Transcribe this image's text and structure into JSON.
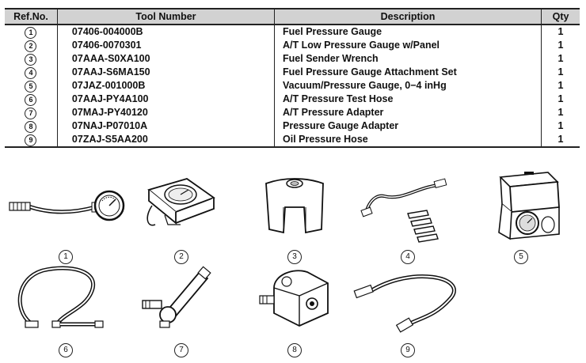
{
  "table": {
    "headers": {
      "ref": "Ref.No.",
      "tool": "Tool Number",
      "desc": "Description",
      "qty": "Qty"
    },
    "rows": [
      {
        "ref": "1",
        "tool": "07406-004000B",
        "desc": "Fuel Pressure Gauge",
        "qty": "1"
      },
      {
        "ref": "2",
        "tool": "07406-0070301",
        "desc": "A/T Low Pressure Gauge w/Panel",
        "qty": "1"
      },
      {
        "ref": "3",
        "tool": "07AAA-S0XA100",
        "desc": "Fuel Sender Wrench",
        "qty": "1"
      },
      {
        "ref": "4",
        "tool": "07AAJ-S6MA150",
        "desc": "Fuel Pressure Gauge Attachment Set",
        "qty": "1"
      },
      {
        "ref": "5",
        "tool": "07JAZ-001000B",
        "desc": "Vacuum/Pressure Gauge, 0−4 inHg",
        "qty": "1"
      },
      {
        "ref": "6",
        "tool": "07AAJ-PY4A100",
        "desc": "A/T Pressure Test Hose",
        "qty": "1"
      },
      {
        "ref": "7",
        "tool": "07MAJ-PY40120",
        "desc": "A/T Pressure Adapter",
        "qty": "1"
      },
      {
        "ref": "8",
        "tool": "07NAJ-P07010A",
        "desc": "Pressure Gauge Adapter",
        "qty": "1"
      },
      {
        "ref": "9",
        "tool": "07ZAJ-S5AA200",
        "desc": "Oil Pressure Hose",
        "qty": "1"
      }
    ]
  },
  "illustrations": {
    "labels": [
      "1",
      "2",
      "3",
      "4",
      "5",
      "6",
      "7",
      "8",
      "9"
    ]
  }
}
